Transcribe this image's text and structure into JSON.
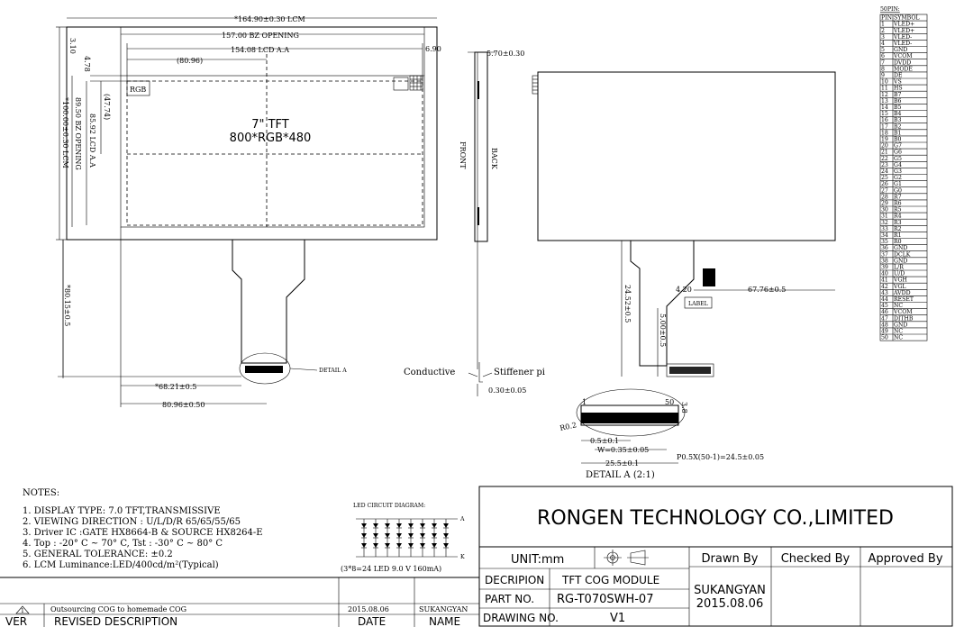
{
  "drawing": {
    "lcm_width": "*164.90±0.30 LCM",
    "bz_opening_width": "157.00 BZ OPENING",
    "lcd_aa_width": "154.08 LCD A.A",
    "half_width": "(80.96)",
    "right_offset": "6.90",
    "left_dim_1": "3.10",
    "left_dim_2": "4.78",
    "half_height": "(47.74)",
    "lcd_aa_height": "85.92 LCD A.A",
    "bz_opening_height": "89.50 BZ OPENING",
    "lcm_height": "*100.00±0.30 LCM",
    "fpc_length": "*80.15±0.5",
    "fpc_offset": "*68.21±0.5",
    "fpc_pos": "80.96±0.50",
    "rgb": "RGB",
    "panel_line1": "7\" TFT",
    "panel_line2": "800*RGB*480",
    "detail_a": "DETAIL A",
    "thickness": "5.70±0.30",
    "front": "FRONT",
    "back": "BACK",
    "conductive": "Conductive",
    "stiffener": "Stiffener pi",
    "stiffener_thk": "0.30±0.05",
    "back_dim1": "24.52±0.5",
    "back_dim2": "5.00±0.5",
    "label_offset": "4.20",
    "label_pos": "67.76±0.5",
    "label": "LABEL"
  },
  "detail": {
    "pin_first": "1",
    "pin_last": "50",
    "radius": "R0.2",
    "height": "3.8",
    "d1": "0.5±0.1",
    "d2": "W=0.35±0.05",
    "d3": "P0.5X(50-1)=24.5±0.05",
    "d4": "25.5±0.1",
    "title": "DETAIL A (2:1)"
  },
  "pins": {
    "header": "50PIN:",
    "col_pin": "PIN",
    "col_symbol": "SYMBOL",
    "rows": [
      [
        "1",
        "VLED+"
      ],
      [
        "2",
        "VLED+"
      ],
      [
        "3",
        "VLED-"
      ],
      [
        "4",
        "VLED-"
      ],
      [
        "5",
        "GND"
      ],
      [
        "6",
        "VCOM"
      ],
      [
        "7",
        "DVDD"
      ],
      [
        "8",
        "MODE"
      ],
      [
        "9",
        "DE"
      ],
      [
        "10",
        "VS"
      ],
      [
        "11",
        "HS"
      ],
      [
        "12",
        "B7"
      ],
      [
        "13",
        "B6"
      ],
      [
        "14",
        "B5"
      ],
      [
        "15",
        "B4"
      ],
      [
        "16",
        "B3"
      ],
      [
        "17",
        "B2"
      ],
      [
        "18",
        "B1"
      ],
      [
        "19",
        "B0"
      ],
      [
        "20",
        "G7"
      ],
      [
        "21",
        "G6"
      ],
      [
        "22",
        "G5"
      ],
      [
        "23",
        "G4"
      ],
      [
        "24",
        "G3"
      ],
      [
        "25",
        "G2"
      ],
      [
        "26",
        "G1"
      ],
      [
        "27",
        "G0"
      ],
      [
        "28",
        "R7"
      ],
      [
        "29",
        "R6"
      ],
      [
        "30",
        "R5"
      ],
      [
        "31",
        "R4"
      ],
      [
        "32",
        "R3"
      ],
      [
        "33",
        "R2"
      ],
      [
        "34",
        "R1"
      ],
      [
        "35",
        "R0"
      ],
      [
        "36",
        "GND"
      ],
      [
        "37",
        "DCLK"
      ],
      [
        "38",
        "GND"
      ],
      [
        "39",
        "L/R"
      ],
      [
        "40",
        "U/D"
      ],
      [
        "41",
        "VGH"
      ],
      [
        "42",
        "VGL"
      ],
      [
        "43",
        "AVDD"
      ],
      [
        "44",
        "RESET"
      ],
      [
        "45",
        "NC"
      ],
      [
        "46",
        "VCOM"
      ],
      [
        "47",
        "DITHB"
      ],
      [
        "48",
        "GND"
      ],
      [
        "49",
        "NC"
      ],
      [
        "50",
        "NC"
      ]
    ]
  },
  "notes": {
    "title": "NOTES:",
    "items": [
      "1. DISPLAY TYPE: 7.0 TFT,TRANSMISSIVE",
      "2. VIEWING DIRECTION : U/L/D/R 65/65/55/65",
      "3. Driver IC :GATE HX8664-B & SOURCE HX8264-E",
      "4. Top : -20° C ~ 70° C, Tst : -30° C ~ 80° C",
      "5. GENERAL TOLERANCE: ±0.2",
      "6. LCM Luminance:LED/400cd/m²(Typical)"
    ]
  },
  "led": {
    "title": "LED CIRCUIT DIAGRAM:",
    "anode": "A",
    "cathode": "K",
    "caption": "(3*8=24 LED 9.0 V 160mA)"
  },
  "revision": {
    "ver_symbol": "1",
    "description": "Outsourcing COG to homemade COG",
    "date": "2015.08.06",
    "name": "SUKANGYAN",
    "col_ver": "VER",
    "col_desc": "REVISED DESCRIPTION",
    "col_date": "DATE",
    "col_name": "NAME"
  },
  "title_block": {
    "company": "RONGEN TECHNOLOGY CO.,LIMITED",
    "unit": "UNIT:mm",
    "drawn_by_label": "Drawn By",
    "checked_by_label": "Checked By",
    "approved_by_label": "Approved By",
    "description_label": "DECRIPION",
    "description_value": "TFT COG MODULE",
    "part_no_label": "PART NO.",
    "part_no_value": "RG-T070SWH-07",
    "drawing_no_label": "DRAWING NO.",
    "drawing_no_value": "V1",
    "drawn_by_name": "SUKANGYAN",
    "drawn_by_date": "2015.08.06"
  }
}
